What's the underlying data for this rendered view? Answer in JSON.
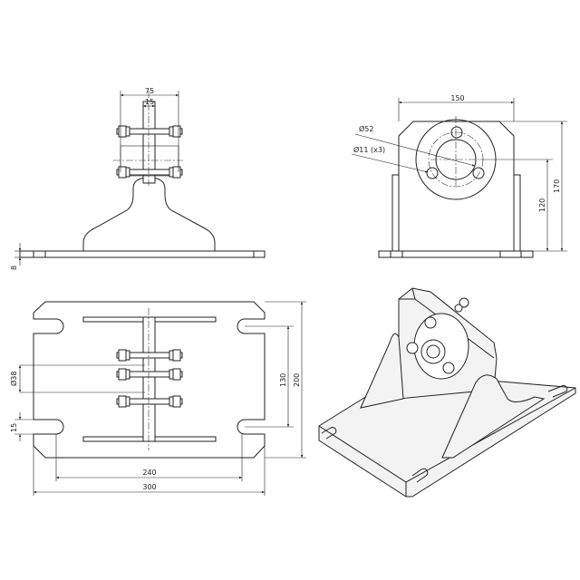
{
  "front_view": {
    "dim_width": "75",
    "dim_plate": "15",
    "dim_thickness": "8"
  },
  "side_view": {
    "dim_width": "150",
    "dim_bore": "Ø52",
    "dim_holes": "Ø11 (x3)",
    "dim_center_height": "120",
    "dim_height": "170"
  },
  "top_view": {
    "dim_shaft": "Ø38",
    "dim_slot": "15",
    "dim_slot_spacing": "130",
    "dim_depth": "200",
    "dim_slot_length": "240",
    "dim_length": "300"
  }
}
